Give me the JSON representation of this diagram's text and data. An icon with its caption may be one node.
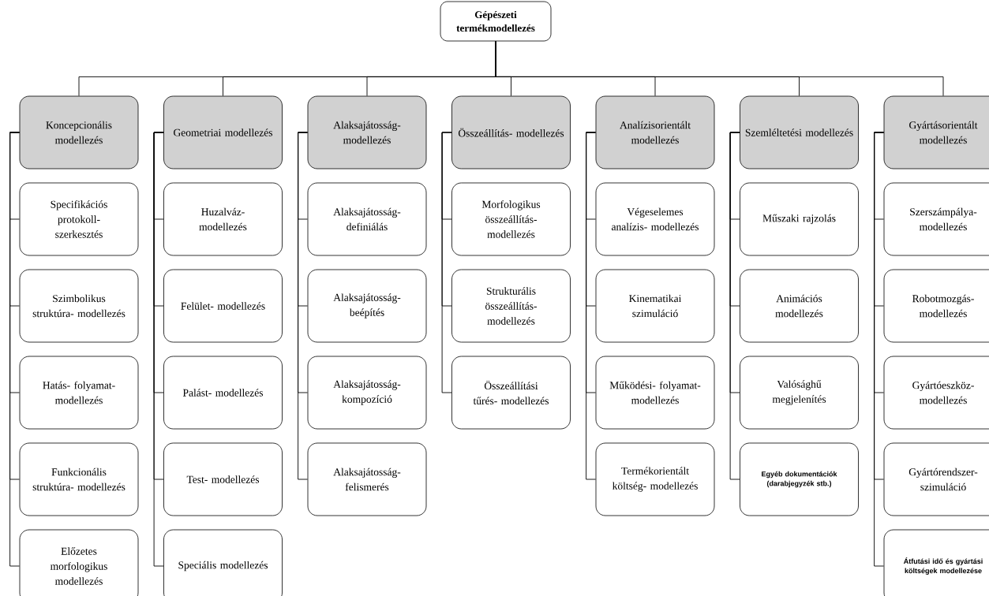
{
  "diagram": {
    "nodes": [
      {
        "text": [
          "Gépészeti termékmodellezés"
        ]
      },
      {
        "text": [
          "Koncepcionális modellezés"
        ]
      },
      {
        "text": [
          "Specifikációs protokoll- szerkesztés"
        ]
      },
      {
        "text": [
          "Szimbolikus struktúra- modellezés"
        ]
      },
      {
        "text": [
          "Hatás- folyamat- modellezés"
        ]
      },
      {
        "text": [
          "Funkcionális struktúra- modellezés"
        ]
      },
      {
        "text": [
          "Előzetes morfologikus modellezés"
        ]
      },
      {
        "text": [
          "Geometriai modellezés"
        ]
      },
      {
        "text": [
          "Huzalváz- modellezés"
        ]
      },
      {
        "text": [
          "Felület- modellezés"
        ]
      },
      {
        "text": [
          "Palást- modellezés"
        ]
      },
      {
        "text": [
          "Test- modellezés"
        ]
      },
      {
        "text": [
          "Speciális modellezés"
        ]
      },
      {
        "text": [
          "Alaksajátosság- modellezés"
        ]
      },
      {
        "text": [
          "Alaksajátosság- definiálás"
        ]
      },
      {
        "text": [
          "Alaksajátosság- beépítés"
        ]
      },
      {
        "text": [
          "Alaksajátosság- kompozíció"
        ]
      },
      {
        "text": [
          "Alaksajátosság- felismerés"
        ]
      },
      {
        "text": [
          "Összeállítás- modellezés"
        ]
      },
      {
        "text": [
          "Morfologikus összeállítás- modellezés"
        ]
      },
      {
        "text": [
          "Strukturális összeállítás- modellezés"
        ]
      },
      {
        "text": [
          "Összeállítási tűrés- modellezés"
        ]
      },
      {
        "text": [
          "Analízisorientált modellezés"
        ]
      },
      {
        "text": [
          "Végeselemes analízis- modellezés"
        ]
      },
      {
        "text": [
          "Kinematikai szimuláció"
        ]
      },
      {
        "text": [
          "Működési- folyamat- modellezés"
        ]
      },
      {
        "text": [
          "Termékorientált költség- modellezés"
        ]
      },
      {
        "text": [
          "Szemléltetési modellezés"
        ]
      },
      {
        "text": [
          "Műszaki rajzolás"
        ]
      },
      {
        "text": [
          "Animációs modellezés"
        ]
      },
      {
        "text": [
          "Valósághű megjelenítés"
        ]
      },
      {
        "text": [
          "Egyéb dokumentációk (darabjegyzék stb.)"
        ]
      },
      {
        "text": [
          "Gyártásorientált modellezés"
        ]
      },
      {
        "text": [
          "Szerszámpálya- modellezés"
        ]
      },
      {
        "text": [
          "Robotmozgás- modellezés"
        ]
      },
      {
        "text": [
          "Gyártóeszköz- modellezés"
        ]
      },
      {
        "text": [
          "Gyártórendszer- szimuláció"
        ]
      },
      {
        "text": [
          "Átfutási idő és gyártási költségek modellezése"
        ]
      }
    ],
    "edges": [
      {
        "from": 0,
        "to": 1,
        "arrow": "none"
      },
      {
        "from": 0,
        "to": 7,
        "arrow": "none"
      },
      {
        "from": 0,
        "to": 13,
        "arrow": "none"
      },
      {
        "from": 0,
        "to": 18,
        "arrow": "none"
      },
      {
        "from": 0,
        "to": 22,
        "arrow": "none"
      },
      {
        "from": 0,
        "to": 27,
        "arrow": "none"
      },
      {
        "from": 0,
        "to": 32,
        "arrow": "none"
      },
      {
        "from": 1,
        "to": 2,
        "arrow": "none"
      },
      {
        "from": 1,
        "to": 3,
        "arrow": "none"
      },
      {
        "from": 1,
        "to": 4,
        "arrow": "none"
      },
      {
        "from": 1,
        "to": 5,
        "arrow": "none"
      },
      {
        "from": 1,
        "to": 6,
        "arrow": "none"
      },
      {
        "from": 7,
        "to": 8,
        "arrow": "none"
      },
      {
        "from": 7,
        "to": 9,
        "arrow": "none"
      },
      {
        "from": 7,
        "to": 10,
        "arrow": "none"
      },
      {
        "from": 7,
        "to": 11,
        "arrow": "none"
      },
      {
        "from": 7,
        "to": 12,
        "arrow": "none"
      },
      {
        "from": 13,
        "to": 14,
        "arrow": "none"
      },
      {
        "from": 13,
        "to": 15,
        "arrow": "none"
      },
      {
        "from": 13,
        "to": 16,
        "arrow": "none"
      },
      {
        "from": 13,
        "to": 17,
        "arrow": "none"
      },
      {
        "from": 18,
        "to": 19,
        "arrow": "none"
      },
      {
        "from": 18,
        "to": 20,
        "arrow": "none"
      },
      {
        "from": 18,
        "to": 21,
        "arrow": "none"
      },
      {
        "from": 22,
        "to": 23,
        "arrow": "none"
      },
      {
        "from": 22,
        "to": 24,
        "arrow": "none"
      },
      {
        "from": 22,
        "to": 25,
        "arrow": "none"
      },
      {
        "from": 22,
        "to": 26,
        "arrow": "none"
      },
      {
        "from": 27,
        "to": 28,
        "arrow": "none"
      },
      {
        "from": 27,
        "to": 29,
        "arrow": "none"
      },
      {
        "from": 27,
        "to": 30,
        "arrow": "none"
      },
      {
        "from": 27,
        "to": 31,
        "arrow": "none"
      },
      {
        "from": 32,
        "to": 33,
        "arrow": "none"
      },
      {
        "from": 32,
        "to": 34,
        "arrow": "none"
      },
      {
        "from": 32,
        "to": 35,
        "arrow": "none"
      },
      {
        "from": 32,
        "to": 36,
        "arrow": "none"
      },
      {
        "from": 32,
        "to": 37,
        "arrow": "none"
      }
    ]
  }
}
